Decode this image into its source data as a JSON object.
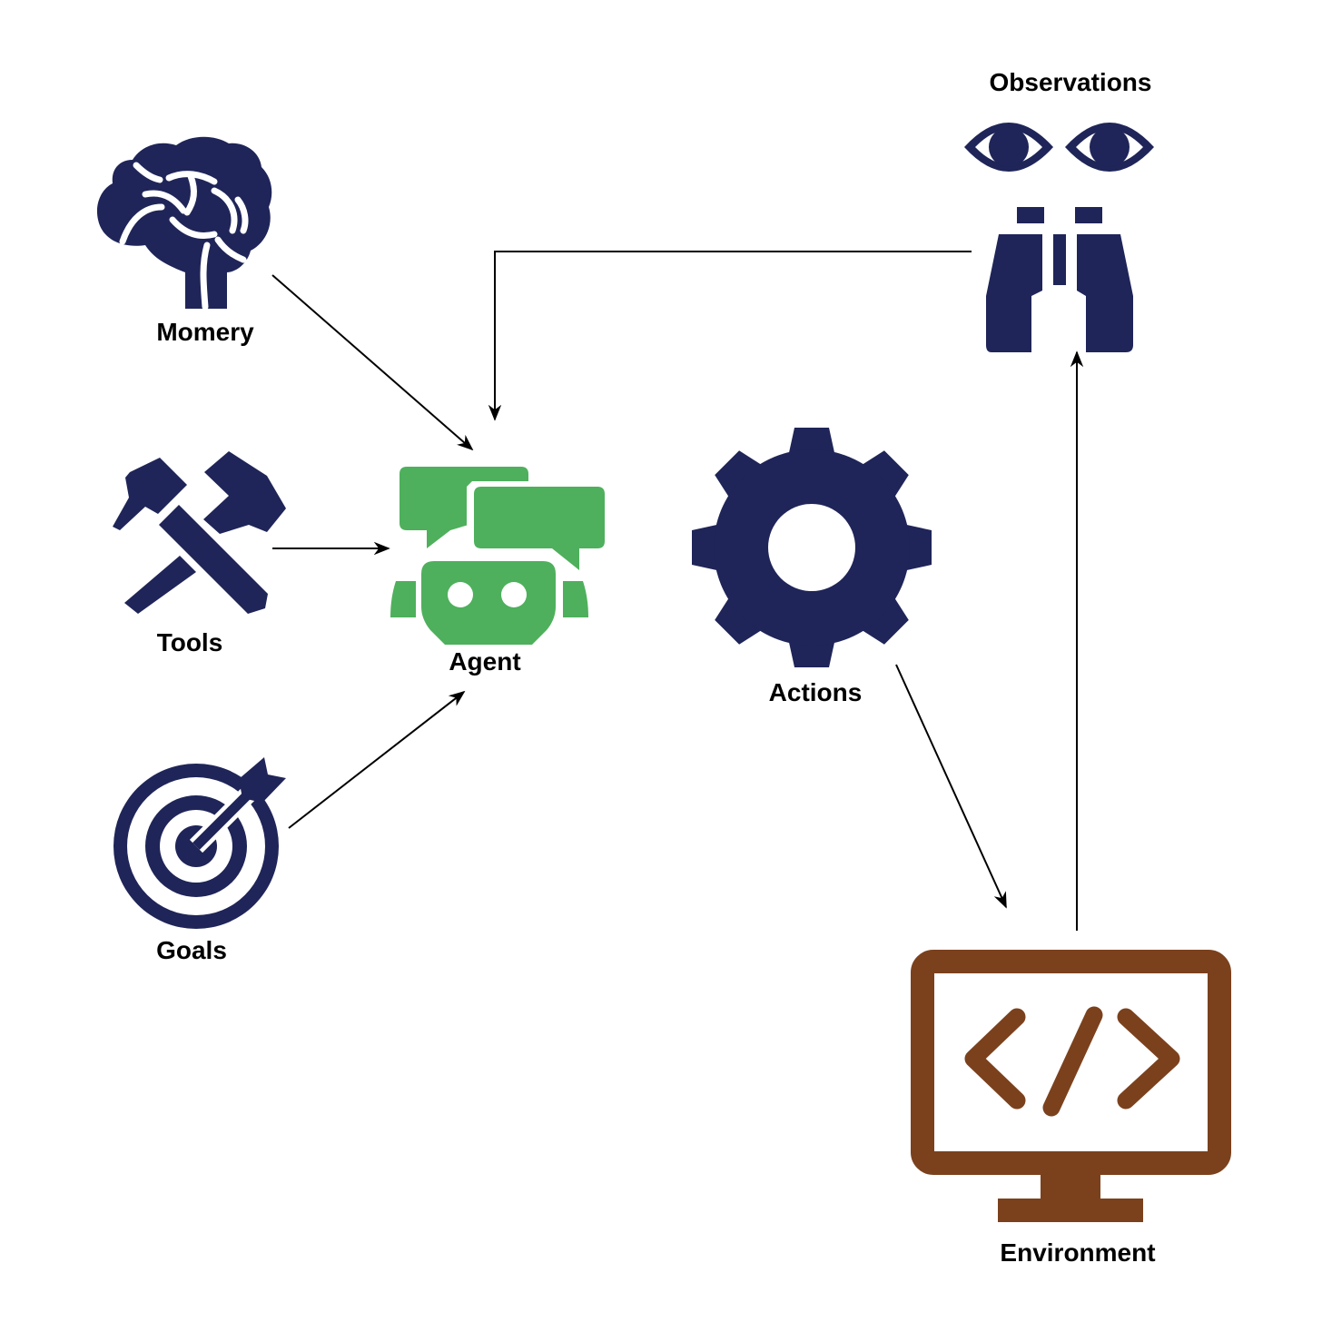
{
  "colors": {
    "navy": "#1f2558",
    "green": "#4eb05c",
    "brown": "#7b411d",
    "arrow": "#000000",
    "background": "#ffffff"
  },
  "nodes": {
    "memory": {
      "label": "Momery",
      "icon": "brain-icon"
    },
    "tools": {
      "label": "Tools",
      "icon": "hammers-icon"
    },
    "goals": {
      "label": "Goals",
      "icon": "target-icon"
    },
    "agent": {
      "label": "Agent",
      "icon": "robot-chat-icon"
    },
    "actions": {
      "label": "Actions",
      "icon": "gear-icon"
    },
    "environment": {
      "label": "Environment",
      "icon": "code-monitor-icon"
    },
    "observations": {
      "label": "Observations",
      "icon": "eyes-binoculars-icon"
    }
  },
  "edges": [
    {
      "from": "memory",
      "to": "agent"
    },
    {
      "from": "tools",
      "to": "agent"
    },
    {
      "from": "goals",
      "to": "agent"
    },
    {
      "from": "actions",
      "to": "environment"
    },
    {
      "from": "environment",
      "to": "observations"
    },
    {
      "from": "observations",
      "to": "agent"
    }
  ]
}
